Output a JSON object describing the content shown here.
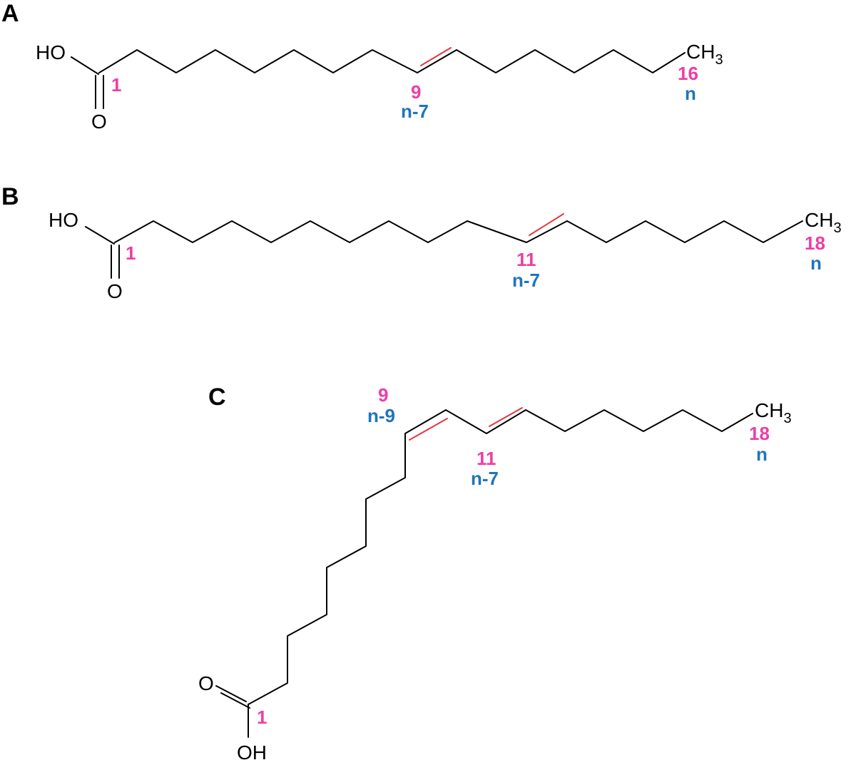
{
  "colors": {
    "carbon_number": "#ee3da6",
    "omega_number": "#1f74be",
    "double_bond": "#e8343f",
    "bond": "#000000"
  },
  "panels": {
    "a": {
      "label": "A",
      "hydroxyl": "HO",
      "carbonyl_o": "O",
      "methyl_main": "CH",
      "methyl_sub": "3",
      "c1": "1",
      "db_c": "9",
      "db_n": "n-7",
      "end_c": "16",
      "end_n": "n"
    },
    "b": {
      "label": "B",
      "hydroxyl": "HO",
      "carbonyl_o": "O",
      "methyl_main": "CH",
      "methyl_sub": "3",
      "c1": "1",
      "db_c": "11",
      "db_n": "n-7",
      "end_c": "18",
      "end_n": "n"
    },
    "c": {
      "label": "C",
      "hydroxyl": "OH",
      "carbonyl_o": "O",
      "methyl_main": "CH",
      "methyl_sub": "3",
      "c1": "1",
      "db1_c": "9",
      "db1_n": "n-9",
      "db2_c": "11",
      "db2_n": "n-7",
      "end_c": "18",
      "end_n": "n"
    }
  }
}
